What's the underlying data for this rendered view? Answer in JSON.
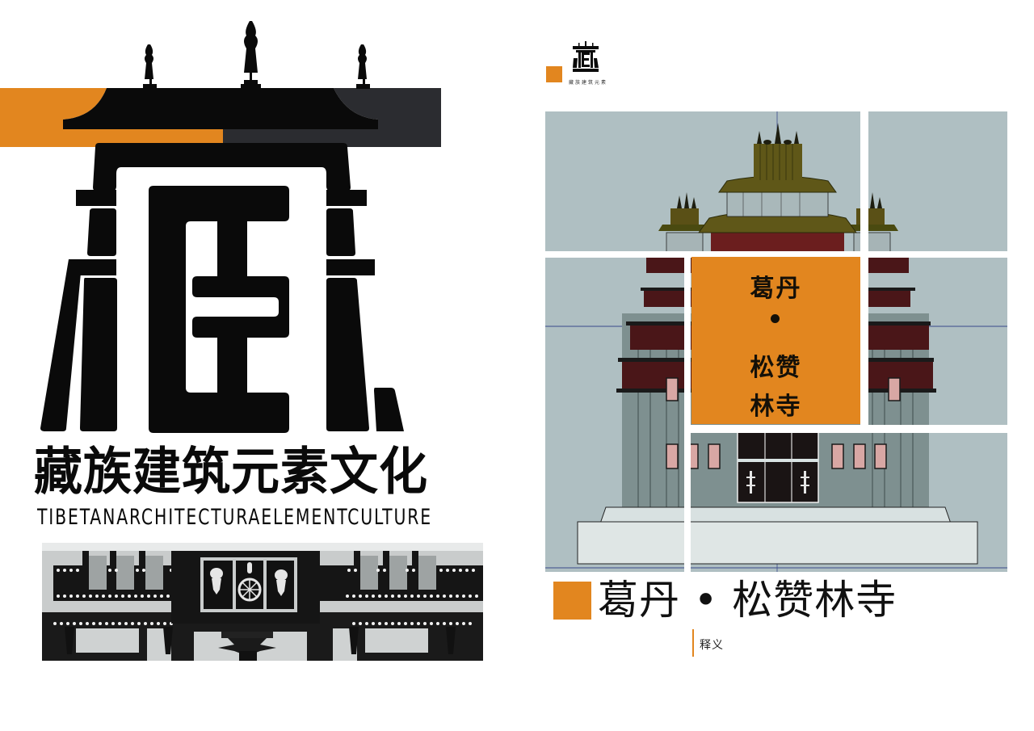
{
  "left_page": {
    "logo": {
      "icon": "tibetan-temple-gate-logo-icon",
      "colors": {
        "orange": "#e2861f",
        "charcoal": "#2b2c30",
        "black": "#0a0a0a"
      }
    },
    "title_cn": "藏族建筑元素文化",
    "title_en": "TIBETANARCHITECTURAELEMENTCULTURE",
    "facade_image": "tibetan-facade-photo"
  },
  "right_page": {
    "mini_logo": {
      "icon": "tibetan-temple-gate-logo-icon",
      "caption": "藏族建筑元素"
    },
    "collage_image": "ganden-sumtseling-monastery-elevation",
    "badge": {
      "line1": "葛丹",
      "separator": "•",
      "line2": "松赞",
      "line3": "林寺",
      "color": "#e2861f"
    },
    "heading": "葛丹 • 松赞林寺",
    "subheading": "释义",
    "accent_color": "#e2861f",
    "collage_bg": "#afbfc2"
  }
}
